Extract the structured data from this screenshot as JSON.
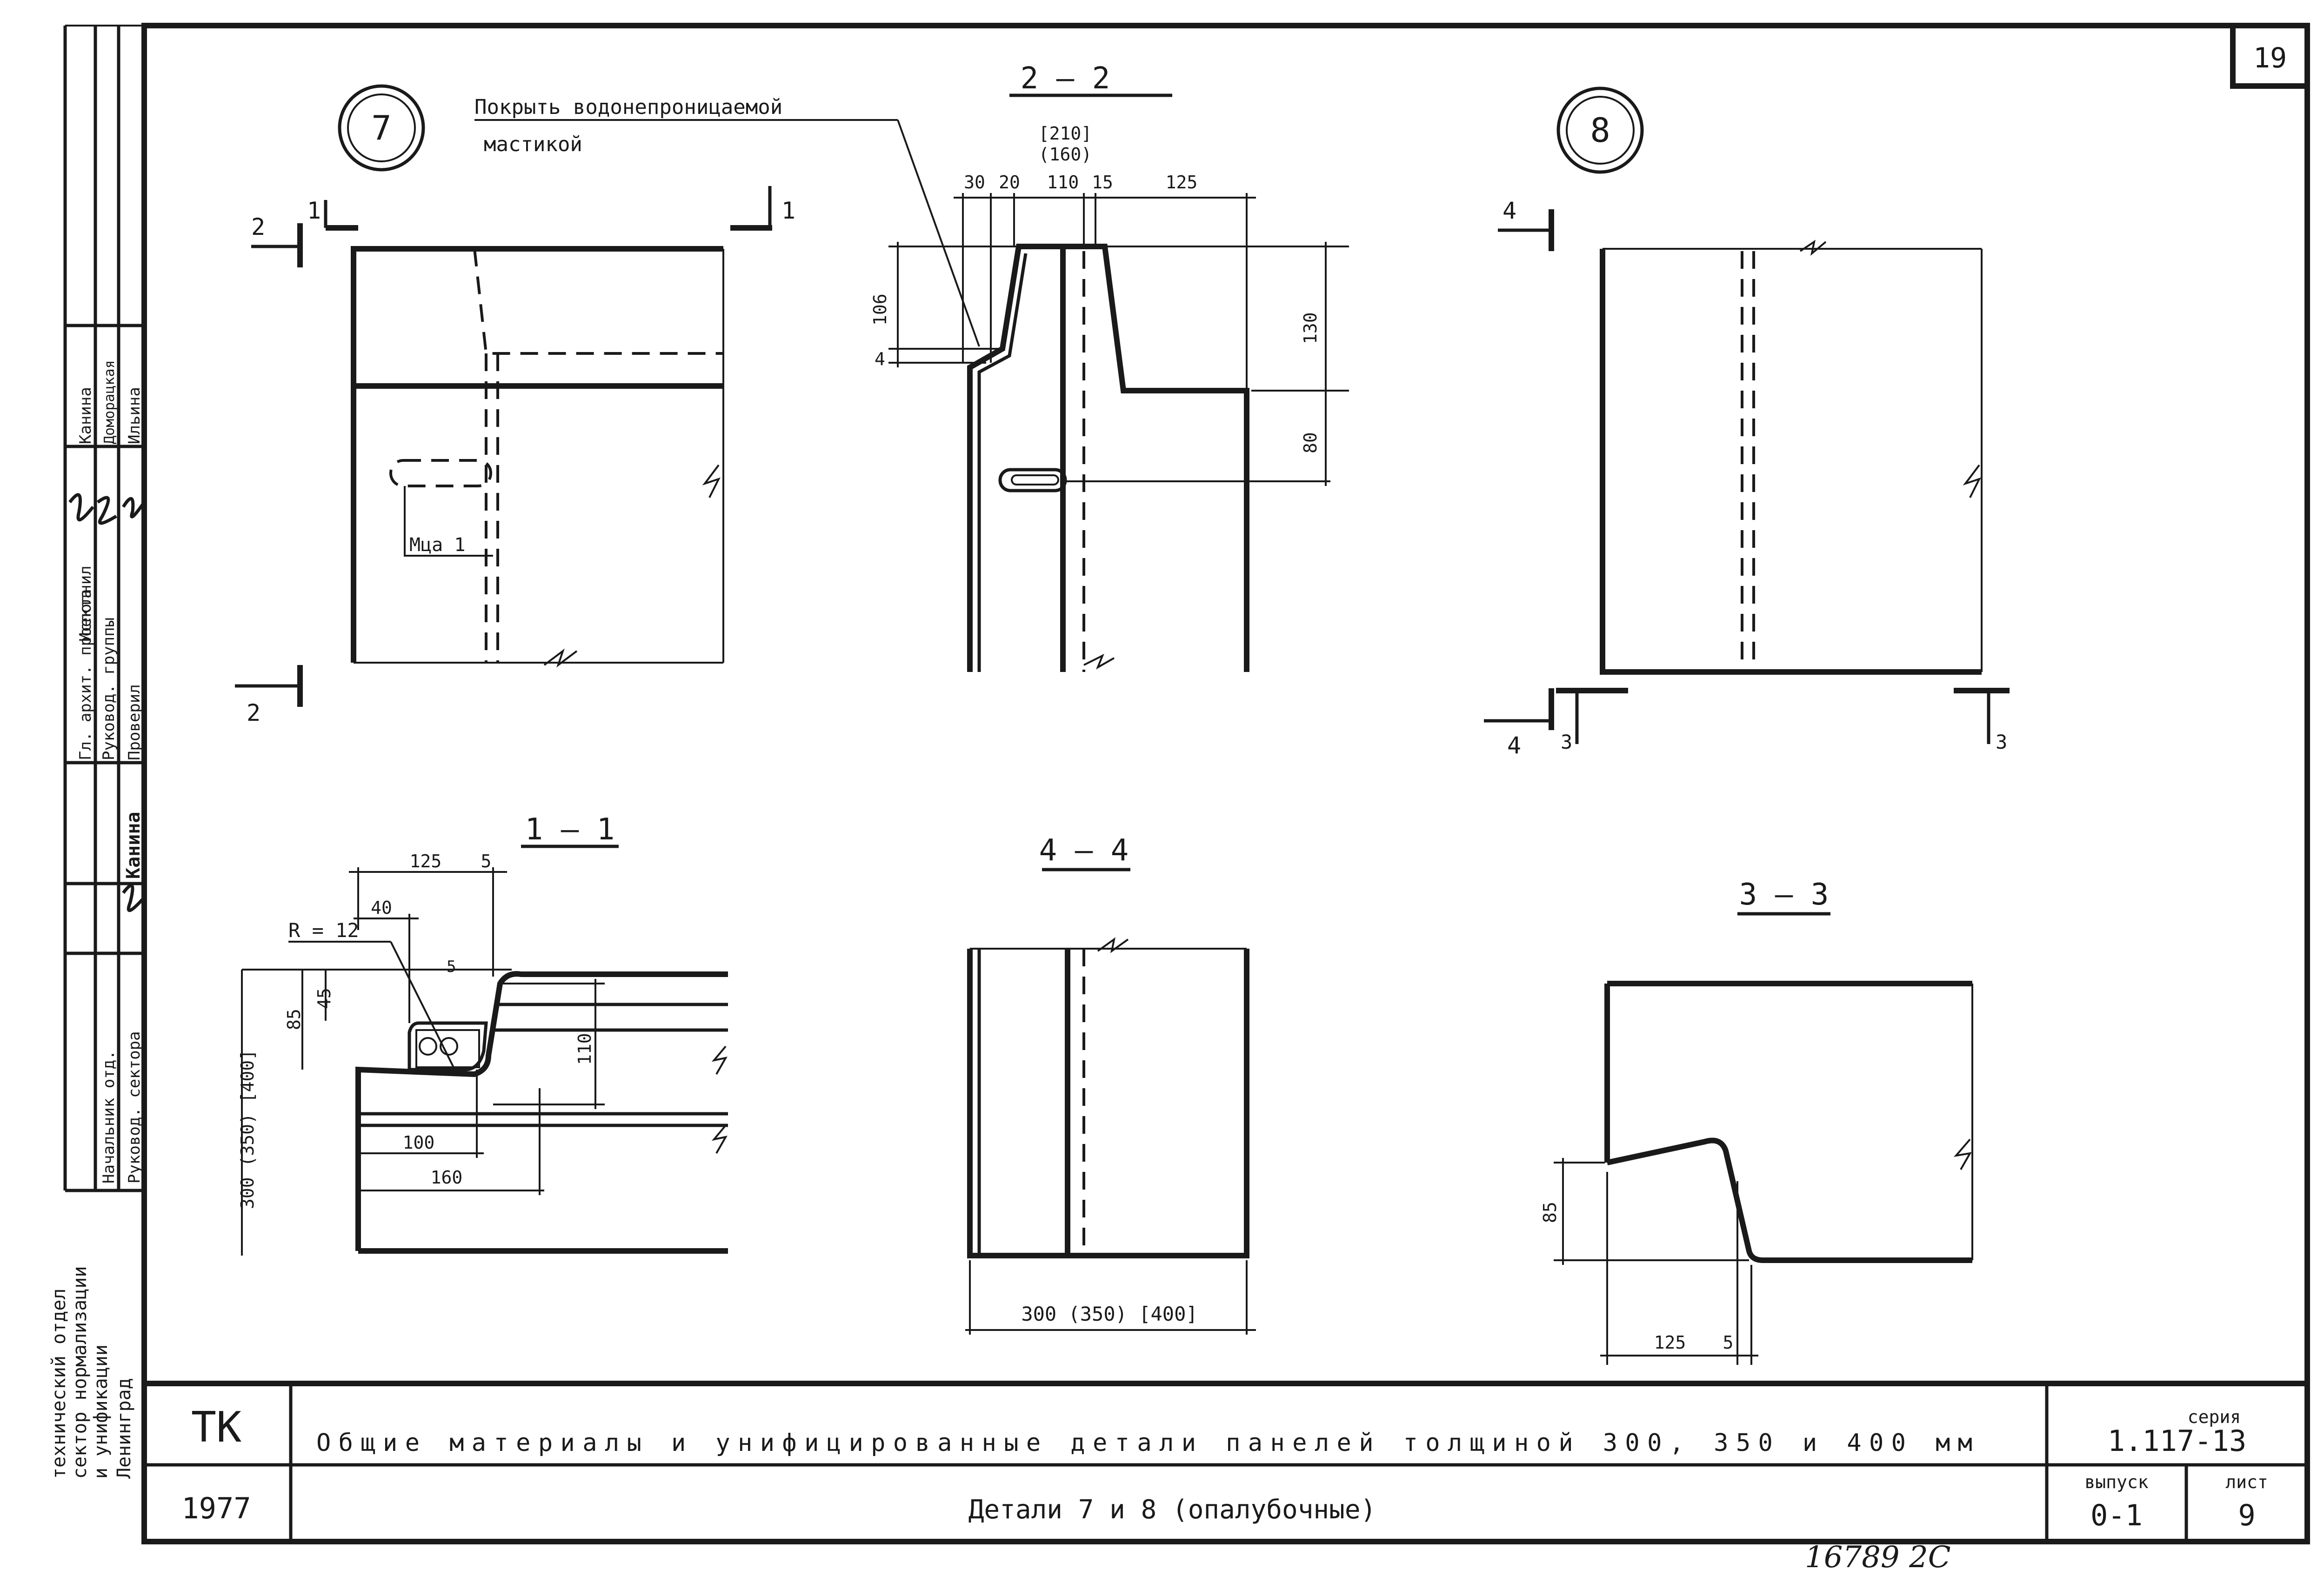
{
  "sheet": {
    "sheet_number": "19",
    "bottom_note": "16789 2C"
  },
  "stamp": {
    "roles": [
      "Гл. архит. проекта",
      "Руковод. группы",
      "Исполнил",
      "Проверил",
      "Начальник отд.",
      "Руковод. сектора"
    ],
    "names": [
      "Канина",
      "Доморацкая",
      "Ильина",
      "Канина"
    ],
    "organization": [
      "технический отдел",
      "сектор нормализации",
      "и унификации",
      "Ленинград"
    ]
  },
  "title_block": {
    "code": "ТК",
    "year": "1977",
    "title": "Общие материалы и унифицированные детали панелей толщиной 300, 350 и 400 мм",
    "subtitle": "Детали 7 и 8 (опалубочные)",
    "series_label": "серия",
    "series_value": "1.117-13",
    "issue_label": "выпуск",
    "issue_value": "0-1",
    "list_label": "лист",
    "list_value": "9"
  },
  "detail7": {
    "number": "7",
    "note_line1": "Покрыть водонепроницаемой",
    "note_line2": "мастикой",
    "part_label": "Мца 1",
    "cut_a": "2",
    "cut_b": "1"
  },
  "detail8": {
    "number": "8",
    "cut_a": "4",
    "cut_b": "3"
  },
  "section22": {
    "title": "2 — 2",
    "dim_210": "[210]",
    "dim_160": "(160)",
    "dim_30": "30",
    "dim_20": "20",
    "dim_110": "110",
    "dim_15": "15",
    "dim_125": "125",
    "dim_106": "106",
    "dim_4": "4",
    "dim_130": "130",
    "dim_80": "80"
  },
  "section11": {
    "title": "1 — 1",
    "radius": "R = 12",
    "dim_125": "125",
    "dim_5a": "5",
    "dim_40": "40",
    "dim_5b": "5",
    "dim_45": "45",
    "dim_85": "85",
    "dim_110": "110",
    "dim_100": "100",
    "dim_160": "160",
    "dim_height": "300 (350) [400]"
  },
  "section44": {
    "title": "4 — 4",
    "dim_width": "300 (350) [400]"
  },
  "section33": {
    "title": "3 — 3",
    "dim_85": "85",
    "dim_125": "125",
    "dim_5": "5"
  }
}
